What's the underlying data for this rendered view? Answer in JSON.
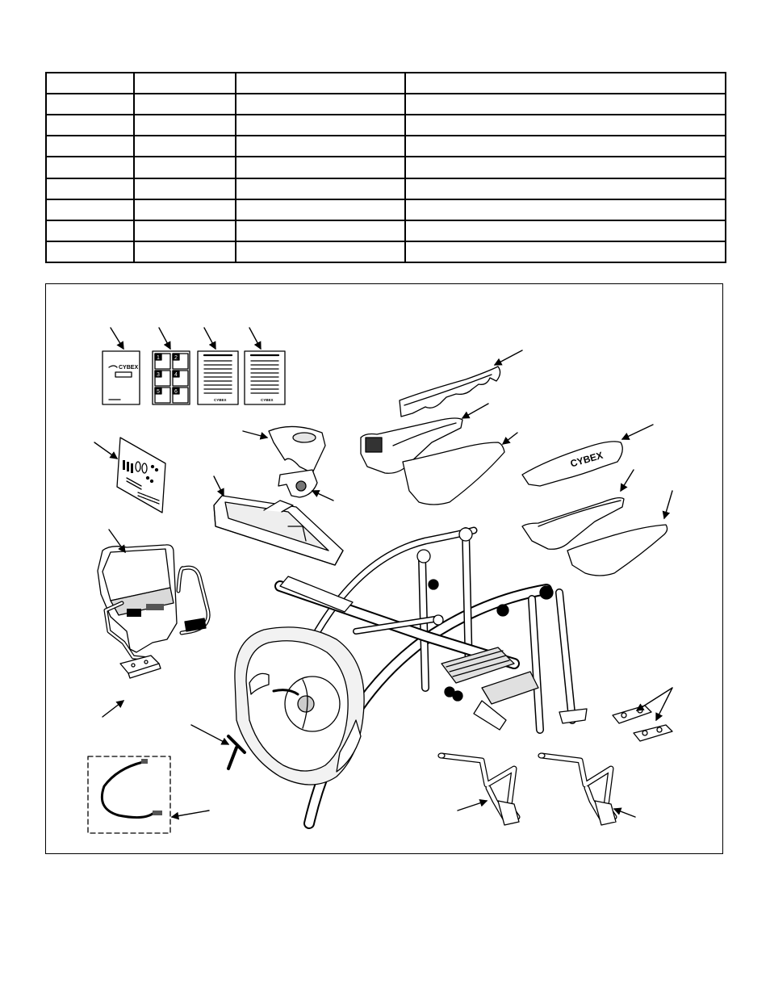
{
  "table": {
    "rows": [
      [
        "",
        "",
        "",
        ""
      ],
      [
        "",
        "",
        "",
        ""
      ],
      [
        "",
        "",
        "",
        ""
      ],
      [
        "",
        "",
        "",
        ""
      ],
      [
        "",
        "",
        "",
        ""
      ],
      [
        "",
        "",
        "",
        ""
      ],
      [
        "",
        "",
        "",
        ""
      ],
      [
        "",
        "",
        "",
        ""
      ],
      [
        "",
        "",
        "",
        ""
      ]
    ]
  },
  "diagram": {
    "brand": "CYBEX",
    "step_numbers": [
      "1",
      "2",
      "3",
      "4",
      "5",
      "6"
    ]
  },
  "colors": {
    "line": "#000000",
    "shade": "#bdbdbd",
    "light": "#e6e6e6"
  }
}
